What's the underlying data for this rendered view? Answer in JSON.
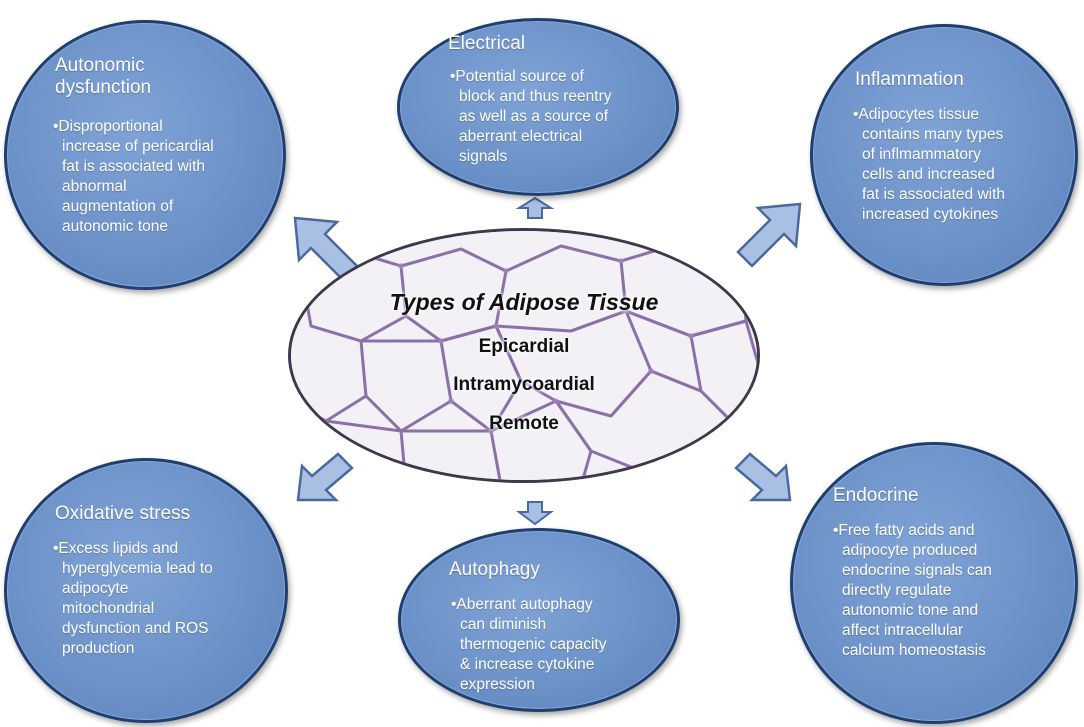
{
  "center": {
    "title": "Types of Adipose Tissue",
    "items": [
      "Epicardial",
      "Intramycoardial",
      "Remote"
    ]
  },
  "nodes": {
    "autonomic": {
      "title_line1": "Autonomic",
      "title_line2": "dysfunction",
      "lines": [
        "•Disproportional",
        "increase of pericardial",
        "fat is associated with",
        "abnormal",
        "augmentation of",
        "autonomic tone"
      ]
    },
    "electrical": {
      "title": "Electrical",
      "lines": [
        "•Potential source of",
        "block and thus reentry",
        "as well as a source of",
        "aberrant electrical",
        "signals"
      ]
    },
    "inflammation": {
      "title": "Inflammation",
      "lines": [
        "•Adipocytes tissue",
        "contains many types",
        "of  inflmammatory",
        "cells and increased",
        "fat is associated with",
        "increased cytokines"
      ]
    },
    "oxidative": {
      "title": "Oxidative stress",
      "lines": [
        "•Excess lipids and",
        "hyperglycemia lead to",
        "adipocyte",
        "mitochondrial",
        "dysfunction and ROS",
        "production"
      ]
    },
    "autophagy": {
      "title": "Autophagy",
      "lines": [
        "•Aberrant autophagy",
        "can diminish",
        "thermogenic capacity",
        "& increase cytokine",
        "expression"
      ]
    },
    "endocrine": {
      "title": "Endocrine",
      "lines": [
        "•Free fatty acids and",
        "adipocyte produced",
        "endocrine signals can",
        "directly regulate",
        "autonomic tone and",
        "affect intracellular",
        "calcium homeostasis"
      ]
    }
  },
  "colors": {
    "node_fill": "#6d92c9",
    "node_border": "#1f3f70",
    "arrow_fill": "#a9c0e4",
    "arrow_stroke": "#4a6a9e",
    "tissue_stain": "#7a5a9a"
  }
}
